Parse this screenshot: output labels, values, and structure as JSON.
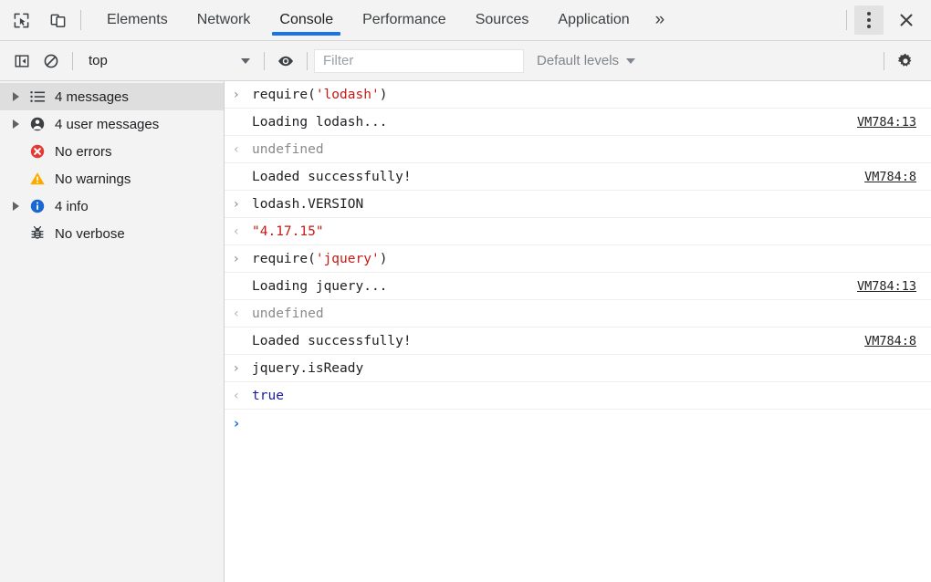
{
  "tabbar": {
    "inspect_icon": "inspect-element-icon",
    "device_icon": "device-toolbar-icon",
    "tabs": [
      {
        "label": "Elements",
        "active": false
      },
      {
        "label": "Network",
        "active": false
      },
      {
        "label": "Console",
        "active": true
      },
      {
        "label": "Performance",
        "active": false
      },
      {
        "label": "Sources",
        "active": false
      },
      {
        "label": "Application",
        "active": false
      }
    ],
    "more_label": "»",
    "menu_icon": "more-options-icon",
    "close_icon": "close-icon",
    "accent_color": "#1a73e8"
  },
  "filterbar": {
    "sidebar_toggle_icon": "show-console-sidebar-icon",
    "clear_icon": "clear-console-icon",
    "context_value": "top",
    "eye_icon": "live-expression-icon",
    "filter_placeholder": "Filter",
    "filter_value": "",
    "levels_label": "Default levels",
    "settings_icon": "settings-gear-icon"
  },
  "sidebar": {
    "items": [
      {
        "label": "4 messages",
        "icon": "list-icon",
        "expandable": true,
        "selected": true
      },
      {
        "label": "4 user messages",
        "icon": "user-icon",
        "expandable": true,
        "selected": false
      },
      {
        "label": "No errors",
        "icon": "error-icon",
        "expandable": false,
        "selected": false
      },
      {
        "label": "No warnings",
        "icon": "warning-icon",
        "expandable": false,
        "selected": false
      },
      {
        "label": "4 info",
        "icon": "info-icon",
        "expandable": true,
        "selected": false
      },
      {
        "label": "No verbose",
        "icon": "verbose-bug-icon",
        "expandable": false,
        "selected": false
      }
    ],
    "colors": {
      "error": "#e53935",
      "warning": "#f9ab00",
      "info": "#1967d2"
    }
  },
  "console": {
    "rows": [
      {
        "kind": "input",
        "arrow": "›",
        "segments": [
          {
            "t": "require("
          },
          {
            "t": "'lodash'",
            "c": "str"
          },
          {
            "t": ")"
          }
        ],
        "link": ""
      },
      {
        "kind": "log",
        "arrow": "",
        "segments": [
          {
            "t": "Loading lodash..."
          }
        ],
        "link": "VM784:13"
      },
      {
        "kind": "output",
        "arrow": "‹",
        "segments": [
          {
            "t": "undefined",
            "c": "undef"
          }
        ],
        "link": ""
      },
      {
        "kind": "log",
        "arrow": "",
        "segments": [
          {
            "t": "Loaded successfully!"
          }
        ],
        "link": "VM784:8"
      },
      {
        "kind": "input",
        "arrow": "›",
        "segments": [
          {
            "t": "lodash.VERSION"
          }
        ],
        "link": ""
      },
      {
        "kind": "output",
        "arrow": "‹",
        "segments": [
          {
            "t": "\"4.17.15\"",
            "c": "str"
          }
        ],
        "link": ""
      },
      {
        "kind": "input",
        "arrow": "›",
        "segments": [
          {
            "t": "require("
          },
          {
            "t": "'jquery'",
            "c": "str"
          },
          {
            "t": ")"
          }
        ],
        "link": ""
      },
      {
        "kind": "log",
        "arrow": "",
        "segments": [
          {
            "t": "Loading jquery..."
          }
        ],
        "link": "VM784:13"
      },
      {
        "kind": "output",
        "arrow": "‹",
        "segments": [
          {
            "t": "undefined",
            "c": "undef"
          }
        ],
        "link": ""
      },
      {
        "kind": "log",
        "arrow": "",
        "segments": [
          {
            "t": "Loaded successfully!"
          }
        ],
        "link": "VM784:8"
      },
      {
        "kind": "input",
        "arrow": "›",
        "segments": [
          {
            "t": "jquery.isReady"
          }
        ],
        "link": ""
      },
      {
        "kind": "output",
        "arrow": "‹",
        "segments": [
          {
            "t": "true",
            "c": "bool"
          }
        ],
        "link": ""
      },
      {
        "kind": "prompt",
        "arrow": "›",
        "segments": [],
        "link": ""
      }
    ]
  }
}
